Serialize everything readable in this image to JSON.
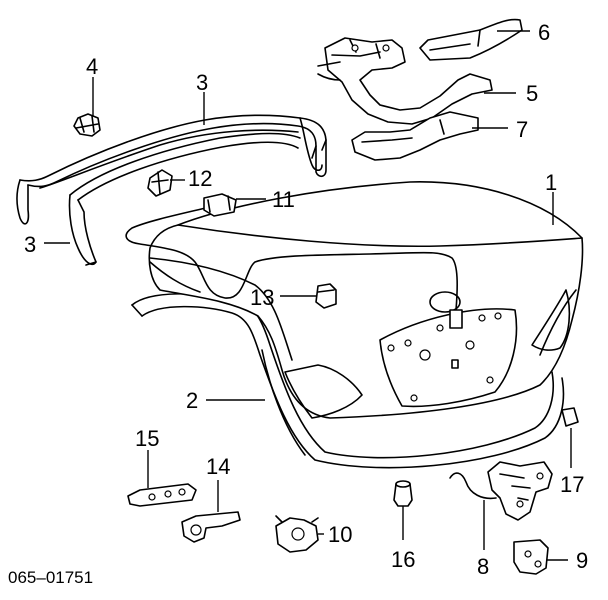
{
  "diagram_code": "065–01751",
  "callouts": [
    {
      "id": "c1",
      "label": "1"
    },
    {
      "id": "c2",
      "label": "2"
    },
    {
      "id": "c3a",
      "label": "3"
    },
    {
      "id": "c3b",
      "label": "3"
    },
    {
      "id": "c4",
      "label": "4"
    },
    {
      "id": "c5",
      "label": "5"
    },
    {
      "id": "c6",
      "label": "6"
    },
    {
      "id": "c7",
      "label": "7"
    },
    {
      "id": "c8",
      "label": "8"
    },
    {
      "id": "c9",
      "label": "9"
    },
    {
      "id": "c10",
      "label": "10"
    },
    {
      "id": "c11",
      "label": "11"
    },
    {
      "id": "c12",
      "label": "12"
    },
    {
      "id": "c13",
      "label": "13"
    },
    {
      "id": "c14",
      "label": "14"
    },
    {
      "id": "c15",
      "label": "15"
    },
    {
      "id": "c16",
      "label": "16"
    },
    {
      "id": "c17",
      "label": "17"
    }
  ]
}
